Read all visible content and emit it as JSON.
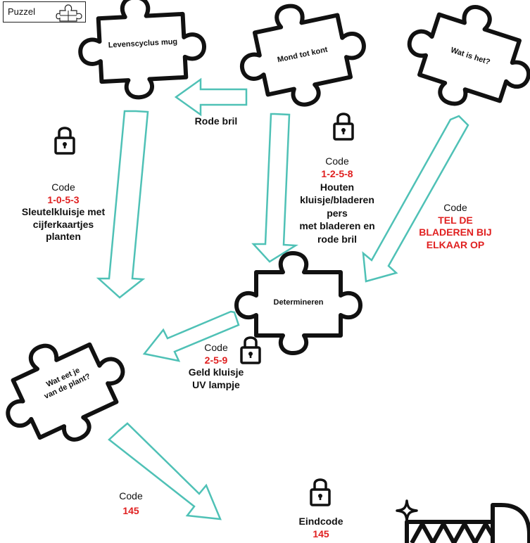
{
  "legend": {
    "label": "Puzzel",
    "icon": "puzzle-icon"
  },
  "pieces": {
    "levenscyclus": "Levenscyclus mug",
    "mond": "Mond tot kont",
    "watishet": "Wat is het?",
    "determineren": "Determineren",
    "wateet_line1": "Wat eet je",
    "wateet_line2": "van de plant?"
  },
  "arrow_labels": {
    "rode_bril": "Rode bril"
  },
  "blocks": {
    "left": {
      "code_label": "Code",
      "code": "1-0-5-3",
      "lines": [
        "Sleutelkluisje met",
        "cijferkaartjes",
        "planten"
      ]
    },
    "middle": {
      "code_label": "Code",
      "code": "1-2-5-8",
      "lines": [
        "Houten",
        "kluisje/bladeren",
        "pers",
        "met bladeren en",
        "rode bril"
      ]
    },
    "right": {
      "code_label": "Code",
      "lines": [
        "TEL DE",
        "BLADEREN BIJ",
        "ELKAAR OP"
      ]
    },
    "geld": {
      "code_label": "Code",
      "code": "2-5-9",
      "lines": [
        "Geld kluisje",
        "UV lampje"
      ]
    },
    "bottom": {
      "code_label": "Code",
      "code": "145"
    },
    "eind": {
      "code_label": "Eindcode",
      "code": "145"
    }
  },
  "colors": {
    "arrow": "#4fc1b6",
    "code": "#e02020",
    "text": "#111111"
  },
  "icons": [
    "lock-icon",
    "puzzle-icon",
    "treasure-chest-icon",
    "sparkle-icon"
  ]
}
